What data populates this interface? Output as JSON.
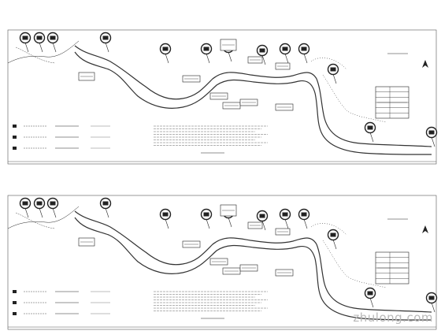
{
  "watermark": "zhulong.com",
  "sheets": [
    {
      "id": "sheet-1",
      "table_rows": 6
    },
    {
      "id": "sheet-2",
      "table_rows": 6
    }
  ],
  "markers": [
    {
      "id": "m1",
      "icon": "dam-icon"
    },
    {
      "id": "m2",
      "icon": "dam-icon"
    },
    {
      "id": "m3",
      "icon": "dam-icon"
    },
    {
      "id": "m4",
      "icon": "dam-icon"
    },
    {
      "id": "m5",
      "icon": "dam-icon"
    },
    {
      "id": "m6",
      "icon": "dam-icon"
    },
    {
      "id": "m7",
      "icon": "dam-icon"
    },
    {
      "id": "m8",
      "icon": "dam-icon"
    },
    {
      "id": "m9",
      "icon": "dam-icon"
    },
    {
      "id": "m10",
      "icon": "dam-icon"
    },
    {
      "id": "m11",
      "icon": "dam-icon"
    },
    {
      "id": "m12",
      "icon": "dam-icon"
    },
    {
      "id": "m13",
      "icon": "dam-icon"
    }
  ],
  "colors": {
    "ink": "#222222",
    "river": "#333333",
    "paper": "#ffffff",
    "frame": "#555555"
  }
}
